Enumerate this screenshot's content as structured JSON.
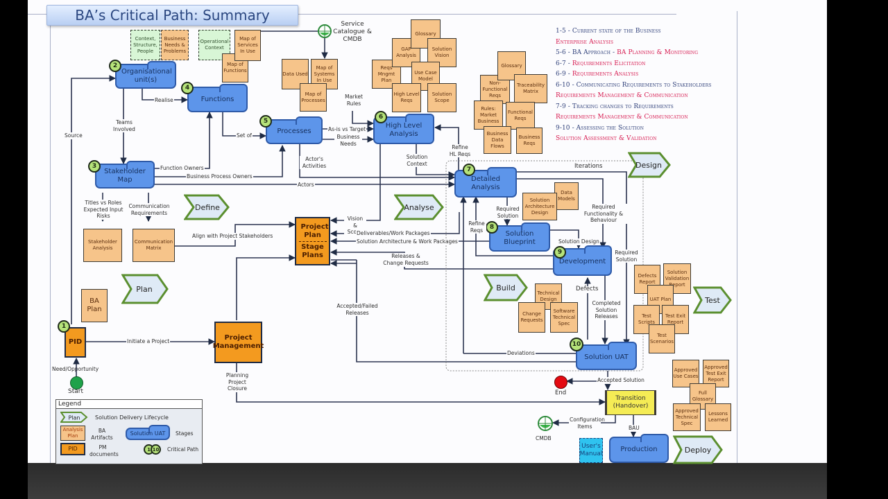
{
  "title": "BA’s Critical Path: Summary",
  "colors": {
    "stage_fill": "#5d95ea",
    "ba_artifact": "#f6c48a",
    "pm_doc": "#f39a1f",
    "phase_border": "#5b8f2f",
    "accent_pink": "#d6184e",
    "accent_blue": "#2e3f79"
  },
  "stages": [
    {
      "num": "2",
      "label": "Organisational unit(s)"
    },
    {
      "num": "4",
      "label": "Functions"
    },
    {
      "num": "5",
      "label": "Processes"
    },
    {
      "num": "6",
      "label": "High Level Analysis"
    },
    {
      "num": "3",
      "label": "Stakeholder Map"
    },
    {
      "num": "7",
      "label": "Detailed Analysis"
    },
    {
      "num": "8",
      "label": "Solution Blueprint"
    },
    {
      "num": "9",
      "label": "Development"
    },
    {
      "num": "10",
      "label": "Solution UAT"
    },
    {
      "num": "",
      "label": "Production"
    }
  ],
  "pm_docs": {
    "pid": "PID",
    "pid_num": "1",
    "project_plan": "Project Plan",
    "stage_plans": "Stage Plans",
    "project_management": "Project Management",
    "transition": "Transition (Handover)"
  },
  "phases": [
    "Define",
    "Analyse",
    "Plan",
    "Design",
    "Build",
    "Test",
    "Deploy"
  ],
  "artifacts": {
    "context": "Context, Structure, People",
    "business_needs": "Business Needs & Problems",
    "operational_context": "Operational Context",
    "map_services": "Map of Services In Use",
    "map_functions": "Map of Functions",
    "data_used": "Data Used",
    "map_systems": "Map of Systems In Use",
    "map_processes": "Map of Processes",
    "glossary": "Glossary",
    "gap_analysis": "GAP Analysis",
    "solution_vision": "Solution Vision",
    "reqs_mngmt_plan": "Reqs Mngmt Plan",
    "use_case_model": "Use Case Model",
    "high_level_reqs": "High Level Reqs",
    "solution_scope": "Solution Scope",
    "glossary2": "Glossary",
    "non_functional": "Non-Functional Reqs",
    "traceability": "Traceability Matrix",
    "rules": "Rules: Market Business",
    "functional": "Functional Reqs",
    "business_data_flows": "Business Data Flows",
    "business_reqs": "Business Reqs",
    "stakeholder_analysis": "Stakeholder Analysis",
    "communication_matrix": "Communication Matrix",
    "ba_plan": "BA Plan",
    "solution_arch": "Solution Architecture Design",
    "data_models": "Data Models",
    "technical_design": "Technical Design",
    "change_requests": "Change Requests",
    "software_spec": "Software Technical Spec",
    "defects_report": "Defects Report",
    "solution_validation": "Solution Validation Report",
    "uat_plan": "UAT Plan",
    "test_scripts": "Test Scripts",
    "test_exit": "Test Exit Report",
    "test_scenarios": "Test Scenarios",
    "approved_use_cases": "Approved Use Cases",
    "approved_test_exit": "Approved Test Exit Report",
    "full_glossary": "Full Glossary",
    "approved_tech_spec": "Approved Technical Spec",
    "lessons_learned": "Lessons Learned",
    "users_manual": "User's Manual"
  },
  "labels": {
    "service_catalogue": "Service Catalogue & CMDB",
    "cmdb": "CMDB",
    "source": "Source",
    "realise": "Realise",
    "teams_involved": "Teams Involved",
    "set_of": "Set of",
    "as_is": "As-is vs Target",
    "business_needs": "Business Needs",
    "market_rules": "Market Rules",
    "function_owners": "Function Owners",
    "bp_owners": "Business Process Owners",
    "actors": "Actors",
    "actors_activities": "Actor's Activities",
    "solution_context": "Solution Context",
    "refine_hl": "Refine HL Reqs",
    "titles": "Titles vs Roles Expected Input Risks",
    "comm_reqs": "Communication Requirements",
    "align": "Align with Project Stakeholders",
    "vision_scope": "Vision & Scope",
    "deliverables": "Deliverables/Work Packages",
    "sol_arch_wp": "Solution Architecture & Work Packages",
    "releases": "Releases & Change Requests",
    "accepted_failed": "Accepted/Failed Releases",
    "iterations": "Iterations",
    "required_solution": "Required Solution",
    "required_func": "Required Functionality & Behaviour",
    "refine_reqs": "Refine Reqs",
    "solution_design": "Solution Design",
    "required_solution2": "Required Solution",
    "defects": "Defects",
    "completed": "Completed Solution Releases",
    "deviations": "Deviations",
    "accepted_solution": "Accepted Solution",
    "end": "End",
    "config_items": "Configuration Items",
    "bau": "BAU",
    "initiate": "Initiate a Project",
    "need": "Need/Opportunity",
    "start": "Start",
    "planning": "Planning Project Closure"
  },
  "summary": [
    {
      "text": "1-5 - Current state of the Business",
      "color": "blue"
    },
    {
      "text": "Enterprise Analysis",
      "color": "pink"
    },
    {
      "text": "5-6 - BA Approach - ",
      "color": "blue",
      "tail": "BA Planning & Monitoring"
    },
    {
      "text": "6-7 - ",
      "color": "blue",
      "tail": "Requirements Elicitation"
    },
    {
      "text": "6-9 - ",
      "color": "blue",
      "tail": "Requirements Analysis"
    },
    {
      "text": "6-10 - Communicating Requirements to Stakeholders",
      "color": "blue"
    },
    {
      "text": "Requirements Management & Communication",
      "color": "pink"
    },
    {
      "text": "7-9 - Tracking changes to Requirements",
      "color": "blue"
    },
    {
      "text": "Requirements Management & Communication",
      "color": "pink"
    },
    {
      "text": "9-10 - Assessing the Solution",
      "color": "blue"
    },
    {
      "text": "Solution Assessment & Validation",
      "color": "pink"
    }
  ],
  "legend": {
    "title": "Legend",
    "phase_sample": "Plan",
    "phase_desc": "Solution Delivery Lifecycle",
    "artifact_sample": "Analysis Plan",
    "artifact_desc": "BA Artifacts",
    "pm_sample": "PID",
    "pm_desc": "PM documents",
    "stage_sample": "Solution UAT",
    "stage_desc": "Stages",
    "path_a": "1",
    "path_b": "10",
    "path_desc": "Critical Path"
  }
}
